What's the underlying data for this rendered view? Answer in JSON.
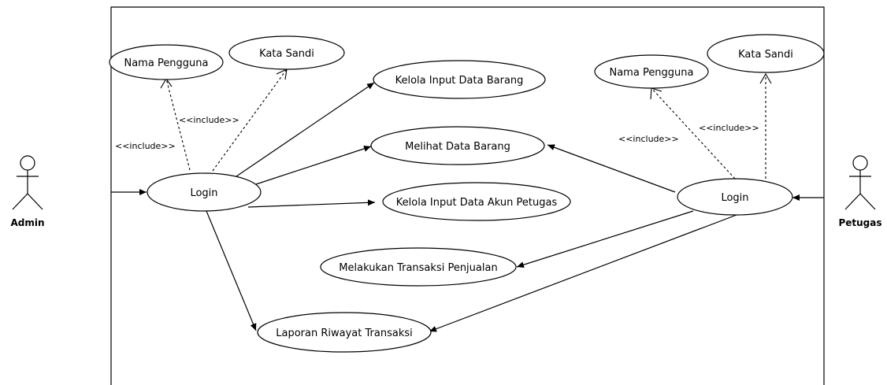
{
  "actors": {
    "admin": "Admin",
    "petugas": "Petugas"
  },
  "use_cases": {
    "admin_nama_pengguna": "Nama Pengguna",
    "admin_kata_sandi": "Kata Sandi",
    "admin_login": "Login",
    "kelola_input_data_barang": "Kelola Input Data Barang",
    "melihat_data_barang": "Melihat Data Barang",
    "kelola_input_data_akun_petugas": "Kelola Input Data Akun Petugas",
    "melakukan_transaksi_penjualan": "Melakukan Transaksi Penjualan",
    "laporan_riwayat_transaksi": "Laporan Riwayat Transaksi",
    "petugas_nama_pengguna": "Nama Pengguna",
    "petugas_kata_sandi": "Kata Sandi",
    "petugas_login": "Login"
  },
  "relations": {
    "include_label": "<<include>>"
  }
}
